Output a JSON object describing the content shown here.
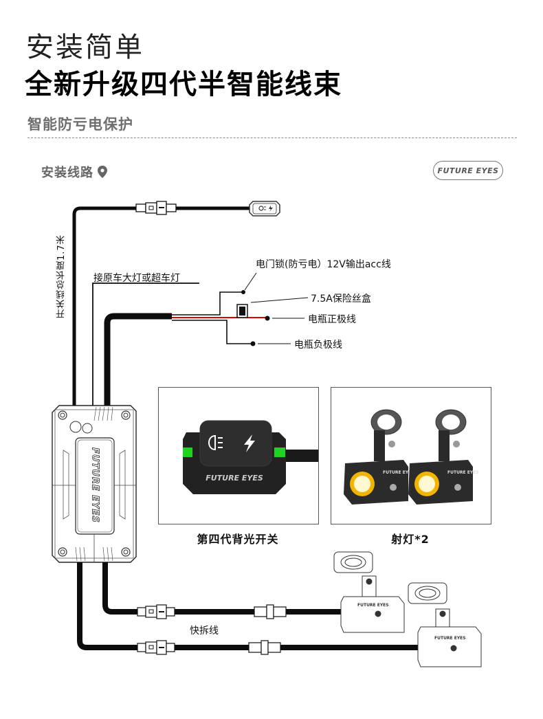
{
  "header": {
    "title_light": "安装简单",
    "title_bold": "全新升级四代半智能线束",
    "subtitle": "智能防亏电保护"
  },
  "section": {
    "label": "安装线路",
    "icon": "location-pin-icon",
    "brand": "FUTURE EYES"
  },
  "diagram": {
    "switch_cable_length_label": "开关线总长度1.7米",
    "headlight_tap_label": "接原车大灯或超车灯",
    "acc_label": "电门锁(防亏电）12V输出acc线",
    "fuse_label": "7.5A保险丝盒",
    "battery_positive_label": "电瓶正极线",
    "battery_negative_label": "电瓶负极线",
    "quick_release_label": "快拆线",
    "controller_brand": "FUTURE EYES",
    "wire_colors": {
      "main": "#0d0d0d",
      "positive": "#e00000"
    }
  },
  "products": [
    {
      "caption": "第四代背光开关",
      "brand": "FUTURE EYES",
      "indicator_color": "#1ed41e"
    },
    {
      "caption": "射灯*2",
      "brand": "FUTURE EYES",
      "accent_color": "#f2b400"
    }
  ]
}
